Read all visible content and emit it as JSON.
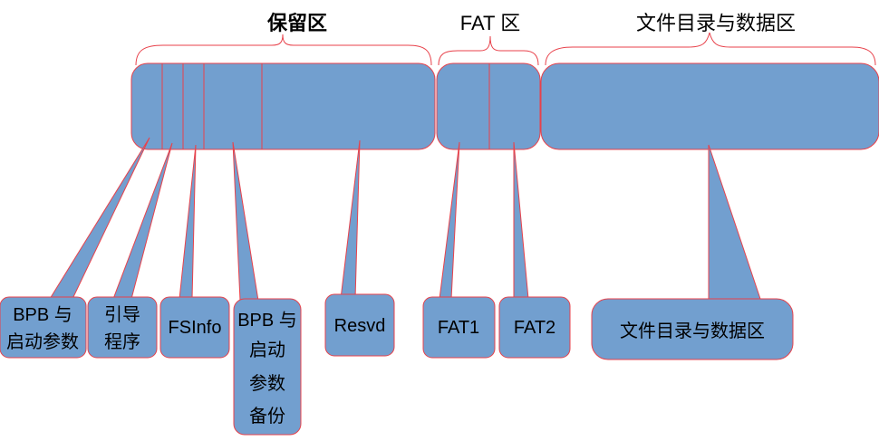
{
  "headers": {
    "reserved": "保留区",
    "fat": "FAT 区",
    "data": "文件目录与数据区"
  },
  "callouts": {
    "bpb": [
      "BPB 与",
      "启动参数"
    ],
    "boot": [
      "引导",
      "程序"
    ],
    "fsinfo": "FSInfo",
    "backup": [
      "BPB 与",
      "启动",
      "参数",
      "备份"
    ],
    "resvd": "Resvd",
    "fat1": "FAT1",
    "fat2": "FAT2",
    "dataRegion": "文件目录与数据区"
  },
  "colors": {
    "fill": "#729fcf",
    "stroke": "#e8424b",
    "text": "#000000"
  }
}
